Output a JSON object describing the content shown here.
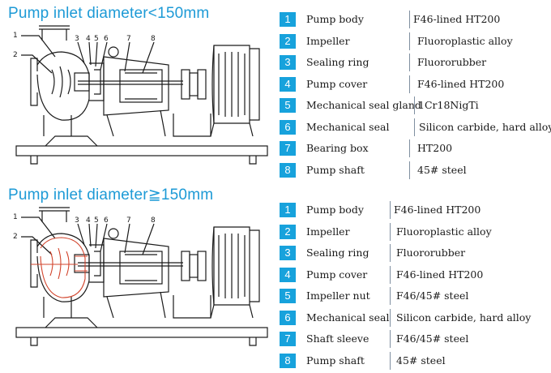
{
  "section1": {
    "title": "Pump inlet diameter<150mm",
    "parts": [
      {
        "no": "1",
        "name": "Pump body",
        "material": "F46-lined HT200"
      },
      {
        "no": "2",
        "name": "Impeller",
        "material": "Fluoroplastic alloy"
      },
      {
        "no": "3",
        "name": "Sealing ring",
        "material": "Fluororubber"
      },
      {
        "no": "4",
        "name": "Pump cover",
        "material": "F46-lined HT200"
      },
      {
        "no": "5",
        "name": "Mechanical seal gland",
        "material": "1Cr18NigTi"
      },
      {
        "no": "6",
        "name": "Mechanical seal",
        "material": "Silicon carbide, hard alloy"
      },
      {
        "no": "7",
        "name": "Bearing box",
        "material": "HT200"
      },
      {
        "no": "8",
        "name": "Pump shaft",
        "material": "45# steel"
      }
    ],
    "callouts": [
      "1",
      "2",
      "3",
      "4",
      "5",
      "6",
      "7",
      "8"
    ]
  },
  "section2": {
    "title": "Pump inlet diameter≧150mm",
    "parts": [
      {
        "no": "1",
        "name": "Pump body",
        "material": "F46-lined HT200"
      },
      {
        "no": "2",
        "name": "Impeller",
        "material": "Fluoroplastic alloy"
      },
      {
        "no": "3",
        "name": "Sealing ring",
        "material": "Fluororubber"
      },
      {
        "no": "4",
        "name": "Pump cover",
        "material": "F46-lined HT200"
      },
      {
        "no": "5",
        "name": "Impeller nut",
        "material": "F46/45# steel"
      },
      {
        "no": "6",
        "name": "Mechanical seal",
        "material": "Silicon carbide, hard alloy"
      },
      {
        "no": "7",
        "name": "Shaft sleeve",
        "material": "F46/45# steel"
      },
      {
        "no": "8",
        "name": "Pump shaft",
        "material": "45# steel"
      }
    ],
    "callouts": [
      "1",
      "2",
      "3",
      "4",
      "5",
      "6",
      "7",
      "8"
    ]
  },
  "colors": {
    "title": "#1d9ad6",
    "badge": "#17a2dc",
    "lining": "#d2442c",
    "line": "#1a1a1a"
  }
}
